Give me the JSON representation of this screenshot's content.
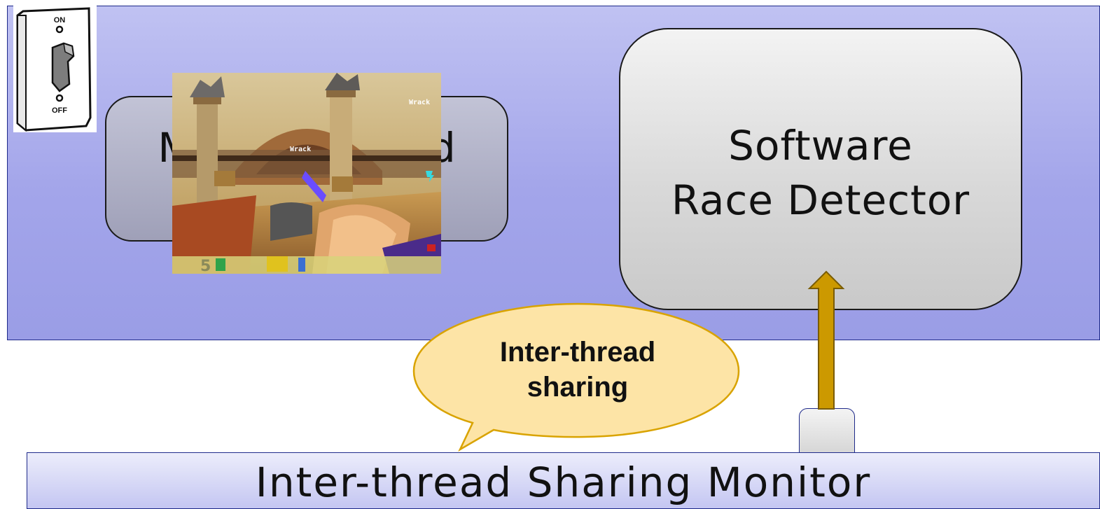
{
  "app_box": {
    "label": "Multi-threaded"
  },
  "detector_box": {
    "line1": "Software",
    "line2": "Race Detector"
  },
  "bubble": {
    "line1": "Inter-thread",
    "line2": "sharing"
  },
  "monitor_bar": {
    "label": "Inter-thread Sharing Monitor"
  },
  "switch": {
    "on_label": "ON",
    "off_label": "OFF"
  },
  "game_hud": {
    "top_right_name": "Wrack",
    "center_name": "Wrack",
    "ammo": "5"
  },
  "colors": {
    "panel": "#a3a5ea",
    "panel_border": "#1e2a8a",
    "arrow": "#cc9900",
    "bubble_fill": "#fde4a6",
    "bubble_border": "#d9a300"
  }
}
